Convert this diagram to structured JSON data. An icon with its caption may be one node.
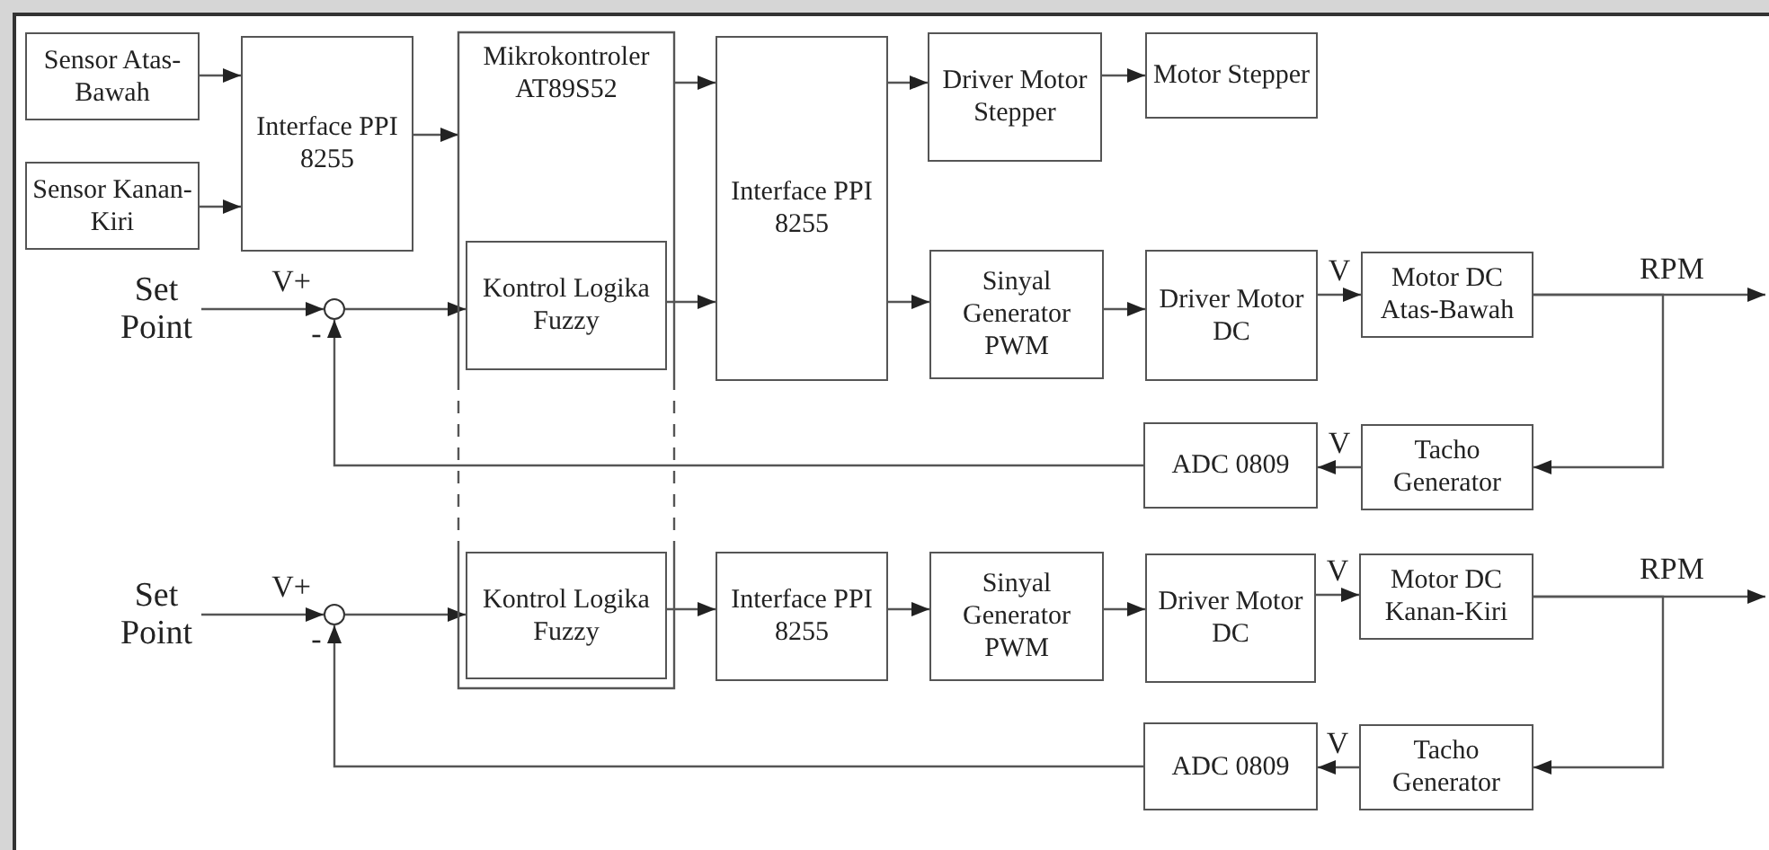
{
  "diagram": {
    "nodes": [
      {
        "text": [
          "Sensor Atas-Bawah"
        ]
      },
      {
        "text": [
          "Sensor Kanan-Kiri"
        ]
      },
      {
        "text": [
          "Interface PPI 8255"
        ]
      },
      {
        "text": [
          "Mikrokontroler AT89S52"
        ]
      },
      {
        "text": [
          "Kontrol Logika Fuzzy"
        ],
        "in": 3
      },
      {
        "text": [
          "Interface PPI 8255"
        ]
      },
      {
        "text": [
          "Driver Motor Stepper"
        ]
      },
      {
        "text": [
          "Motor Stepper"
        ]
      },
      {
        "text": [
          "Sinyal Generator PWM"
        ]
      },
      {
        "text": [
          "Driver Motor DC"
        ]
      },
      {
        "text": [
          "Motor DC Atas-Bawah"
        ]
      },
      {
        "text": [
          "ADC 0809"
        ]
      },
      {
        "text": [
          "Tacho Generator"
        ]
      },
      {
        "text": [
          "Set Point"
        ]
      },
      {
        "text": [],
        "shape": "circle"
      },
      {
        "text": [
          "Kontrol Logika Fuzzy"
        ],
        "in": 3
      },
      {
        "text": [
          "Interface PPI 8255"
        ]
      },
      {
        "text": [
          "Sinyal Generator PWM"
        ]
      },
      {
        "text": [
          "Driver Motor DC"
        ]
      },
      {
        "text": [
          "Motor DC Kanan-Kiri"
        ]
      },
      {
        "text": [
          "ADC 0809"
        ]
      },
      {
        "text": [
          "Tacho Generator"
        ]
      },
      {
        "text": [
          "Set Point"
        ]
      },
      {
        "text": [],
        "shape": "circle"
      }
    ],
    "edges": [
      {
        "from": 0,
        "to": 2,
        "arrow": "to"
      },
      {
        "from": 1,
        "to": 2,
        "arrow": "to"
      },
      {
        "from": 2,
        "to": 3,
        "arrow": "to"
      },
      {
        "from": 3,
        "to": 5,
        "arrow": "to"
      },
      {
        "from": 4,
        "to": 5,
        "arrow": "to"
      },
      {
        "from": 5,
        "to": 6,
        "arrow": "to"
      },
      {
        "from": 6,
        "to": 7,
        "arrow": "to"
      },
      {
        "from": 5,
        "to": 8,
        "arrow": "to"
      },
      {
        "from": 8,
        "to": 9,
        "arrow": "to"
      },
      {
        "from": 9,
        "to": 10,
        "arrow": "to",
        "label": "V"
      },
      {
        "from": 10,
        "to": null,
        "arrow": "to",
        "label": "RPM"
      },
      {
        "from": 10,
        "to": 12,
        "arrow": "to"
      },
      {
        "from": 12,
        "to": 11,
        "arrow": "to",
        "label": "V"
      },
      {
        "from": 11,
        "to": 14,
        "arrow": "to",
        "label": "-"
      },
      {
        "from": 13,
        "to": 14,
        "arrow": "to",
        "label": "V+"
      },
      {
        "from": 14,
        "to": 4,
        "arrow": "to"
      },
      {
        "from": 22,
        "to": 23,
        "arrow": "to",
        "label": "V+"
      },
      {
        "from": 23,
        "to": 15,
        "arrow": "to"
      },
      {
        "from": 15,
        "to": 16,
        "arrow": "to"
      },
      {
        "from": 16,
        "to": 17,
        "arrow": "to"
      },
      {
        "from": 17,
        "to": 18,
        "arrow": "to"
      },
      {
        "from": 18,
        "to": 19,
        "arrow": "to",
        "label": "V"
      },
      {
        "from": 19,
        "to": null,
        "arrow": "to",
        "label": "RPM"
      },
      {
        "from": 19,
        "to": 21,
        "arrow": "to"
      },
      {
        "from": 21,
        "to": 20,
        "arrow": "to",
        "label": "V"
      },
      {
        "from": 20,
        "to": 23,
        "arrow": "to",
        "label": "-"
      }
    ]
  }
}
